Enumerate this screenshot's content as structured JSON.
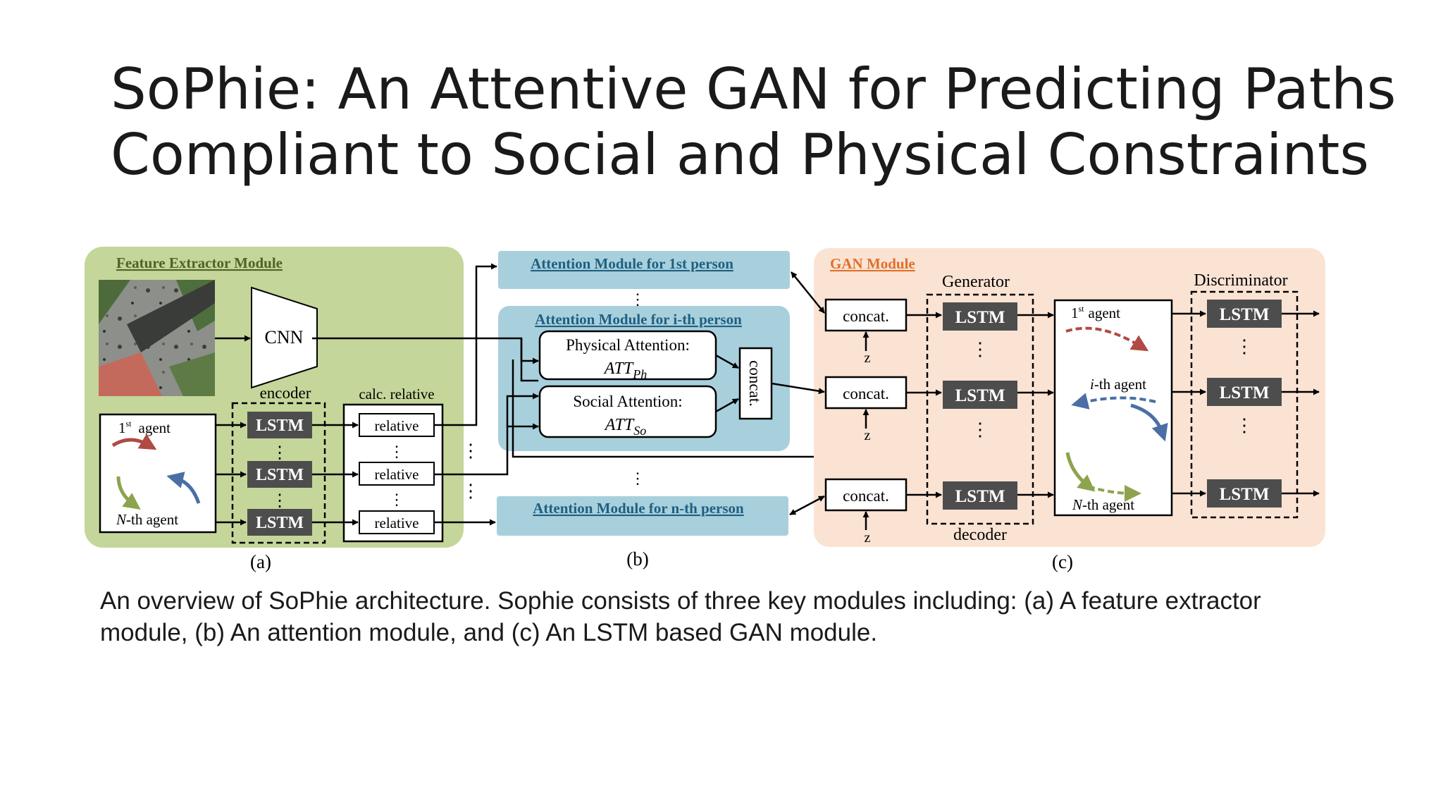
{
  "slide": {
    "title_line1": "SoPhie: An Attentive GAN for Predicting Paths",
    "title_line2": "Compliant to Social and Physical Constraints",
    "caption_line1": "An overview of SoPhie architecture. Sophie consists of three key modules including: (a) A feature extractor",
    "caption_line2": "module, (b) An attention module, and (c) An LSTM based GAN module."
  },
  "figure": {
    "feature_extractor": {
      "title": "Feature Extractor Module",
      "cnn": "CNN",
      "encoder": "encoder",
      "calc_relative": "calc. relative",
      "agent_first_num": "1",
      "agent_first_sup": "st",
      "agent_first_rest": "agent",
      "agent_n_italic": "N",
      "agent_n_rest": "-th agent",
      "lstm": "LSTM",
      "relative": "relative",
      "label": "(a)",
      "vdots": "⋮"
    },
    "attention": {
      "first_title": "Attention Module for 1st person",
      "ith_title": "Attention Module for i-th person",
      "nth_title": "Attention Module for n-th person",
      "physical_label": "Physical Attention:",
      "physical_sym": "ATT",
      "physical_sub": "Ph",
      "social_label": "Social Attention:",
      "social_sym": "ATT",
      "social_sub": "So",
      "concat": "concat.",
      "label": "(b)",
      "vdots": "⋮"
    },
    "gan": {
      "title": "GAN Module",
      "generator": "Generator",
      "discriminator": "Discriminator",
      "decoder": "decoder",
      "concat": "concat.",
      "z": "z",
      "lstm": "LSTM",
      "agent_first_num": "1",
      "agent_first_sup": "st",
      "agent_first_rest": "agent",
      "agent_i_italic": "i",
      "agent_i_rest": "-th agent",
      "agent_n_italic": "N",
      "agent_n_rest": "-th agent",
      "label": "(c)",
      "vdots": "⋮"
    },
    "colors": {
      "feature_bg": "#c5d69a",
      "feature_title": "#4f6228",
      "attention_bg": "#a8d0dc",
      "attention_title": "#1f5f82",
      "gan_bg": "#fbe3d4",
      "gan_title": "#e0702a",
      "lstm_fill": "#4d4d4d",
      "arrow_red": "#b04a44",
      "arrow_blue": "#4a6fa5",
      "arrow_green": "#8da34e"
    }
  }
}
